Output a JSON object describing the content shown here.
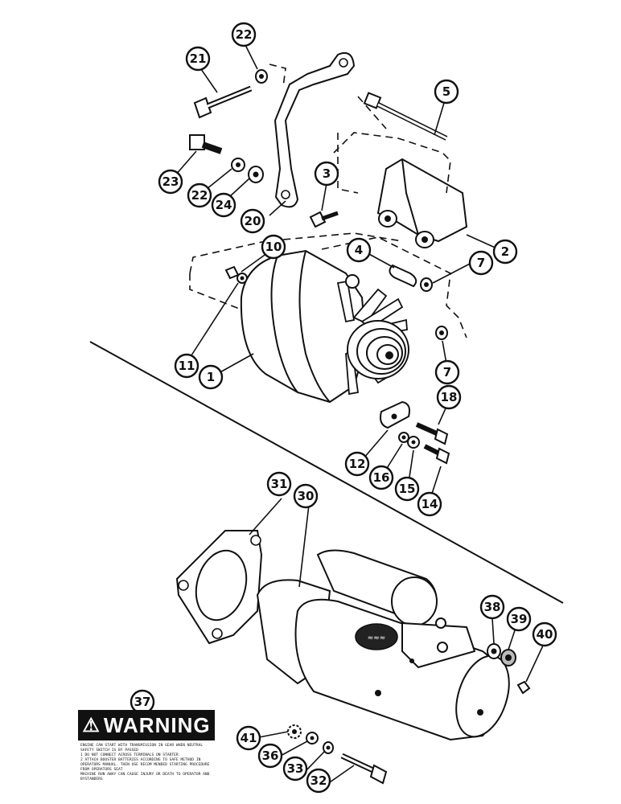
{
  "diagram": {
    "callouts": [
      {
        "id": "1",
        "label": "1"
      },
      {
        "id": "2",
        "label": "2"
      },
      {
        "id": "3",
        "label": "3"
      },
      {
        "id": "4",
        "label": "4"
      },
      {
        "id": "5",
        "label": "5"
      },
      {
        "id": "7a",
        "label": "7"
      },
      {
        "id": "7b",
        "label": "7"
      },
      {
        "id": "10",
        "label": "10"
      },
      {
        "id": "11",
        "label": "11"
      },
      {
        "id": "12",
        "label": "12"
      },
      {
        "id": "14",
        "label": "14"
      },
      {
        "id": "15",
        "label": "15"
      },
      {
        "id": "16",
        "label": "16"
      },
      {
        "id": "18",
        "label": "18"
      },
      {
        "id": "20",
        "label": "20"
      },
      {
        "id": "21",
        "label": "21"
      },
      {
        "id": "22a",
        "label": "22"
      },
      {
        "id": "22b",
        "label": "22"
      },
      {
        "id": "23",
        "label": "23"
      },
      {
        "id": "24",
        "label": "24"
      },
      {
        "id": "30",
        "label": "30"
      },
      {
        "id": "31",
        "label": "31"
      },
      {
        "id": "32",
        "label": "32"
      },
      {
        "id": "33",
        "label": "33"
      },
      {
        "id": "36",
        "label": "36"
      },
      {
        "id": "37",
        "label": "37"
      },
      {
        "id": "38",
        "label": "38"
      },
      {
        "id": "39",
        "label": "39"
      },
      {
        "id": "40",
        "label": "40"
      },
      {
        "id": "41",
        "label": "41"
      }
    ],
    "warning_decal": {
      "heading": "WARNING",
      "body": "ENGINE CAN START WITH TRANSMISSION IN GEAR WHEN NEUTRAL SAFETY SWITCH IS BY PASSED\n1 DO NOT CONNECT ACROSS TERMINALS ON STARTER\n2 ATTACH BOOSTER BATTERIES ACCORDING TO SAFE METHOD IN OPERATORS MANUAL. THEN USE RECOM MENDED STARTING PROCEDURE FROM OPERATORS SEAT\nMACHINE RUN AWAY CAN CAUSE INJURY OR DEATH TO OPERATOR AND BYSTANDERS"
    }
  }
}
